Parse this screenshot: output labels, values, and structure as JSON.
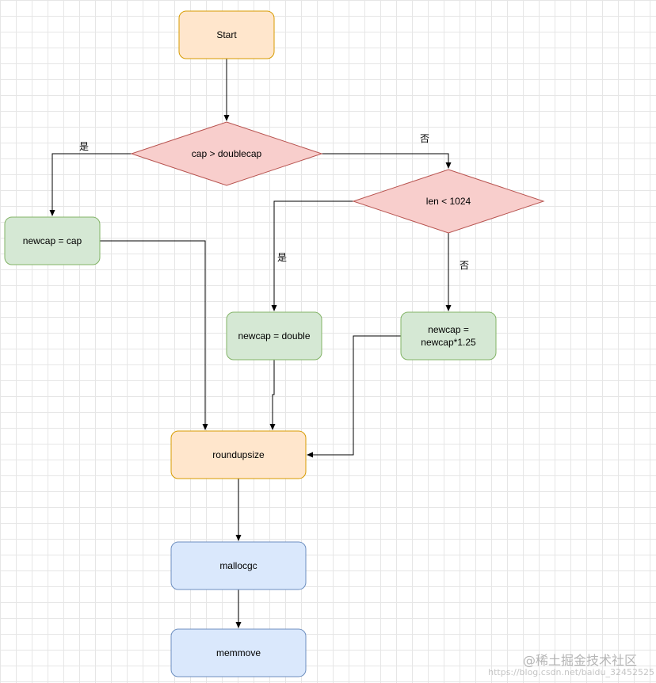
{
  "colors": {
    "start_fill": "#ffe6cc",
    "start_stroke": "#d79b00",
    "decision_fill": "#f8cecc",
    "decision_stroke": "#b85450",
    "assign_fill": "#d5e8d4",
    "assign_stroke": "#82b366",
    "process_fill": "#dae8fc",
    "process_stroke": "#6c8ebf"
  },
  "nodes": {
    "start": "Start",
    "cond_doublecap": "cap > doublecap",
    "cond_len": "len < 1024",
    "assign_cap": "newcap = cap",
    "assign_double": "newcap = double",
    "assign_125_line1": "newcap =",
    "assign_125_line2": "newcap*1.25",
    "roundupsize": "roundupsize",
    "mallocgc": "mallocgc",
    "memmove": "memmove"
  },
  "edge_labels": {
    "yes_1": "是",
    "no_1": "否",
    "yes_2": "是",
    "no_2": "否"
  },
  "watermark": {
    "brand": "@稀土掘金技术社区",
    "url": "https://blog.csdn.net/baidu_32452525"
  }
}
